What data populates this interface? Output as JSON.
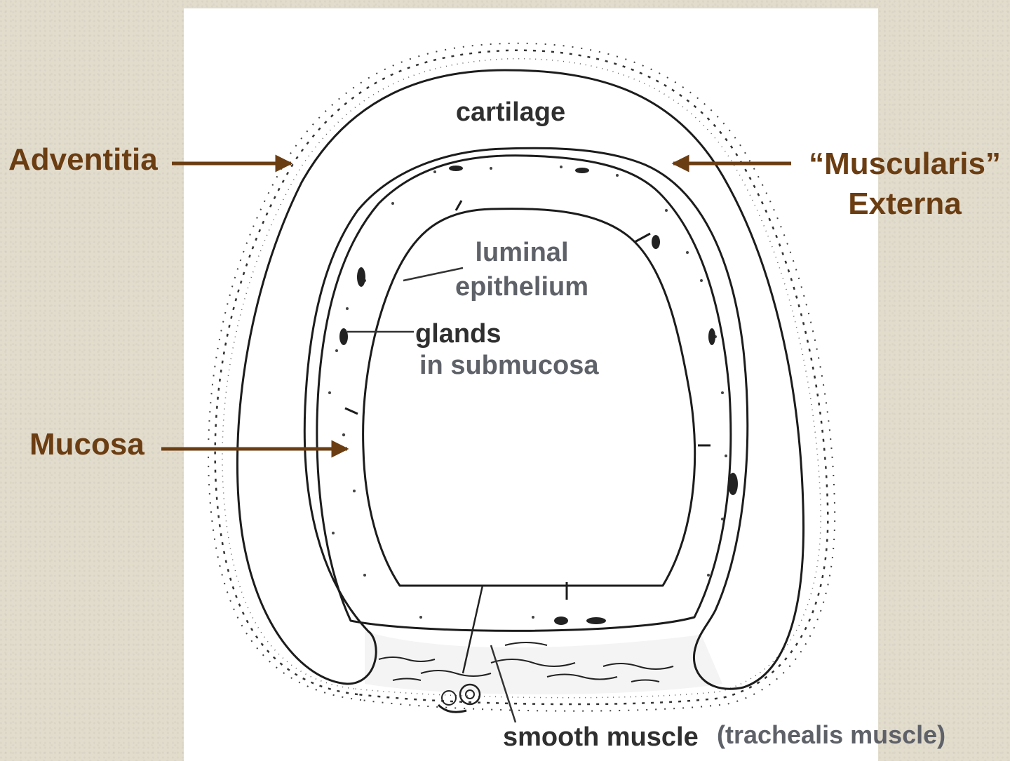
{
  "labels": {
    "adventitia": "Adventitia",
    "muscularis_line1": "“Muscularis”",
    "muscularis_line2": "Externa",
    "mucosa": "Mucosa",
    "cartilage": "cartilage",
    "luminal_line1": "luminal",
    "luminal_line2": "epithelium",
    "glands_line1": "glands",
    "glands_line2": "in submucosa",
    "smooth_muscle": "smooth muscle",
    "trachealis": "(trachealis muscle)"
  },
  "colors": {
    "background": "#e2dccd",
    "panel": "#ffffff",
    "brown_labels": "#6b3d12",
    "ink": "#1c1c1c",
    "gray_labels": "#5e6168"
  }
}
